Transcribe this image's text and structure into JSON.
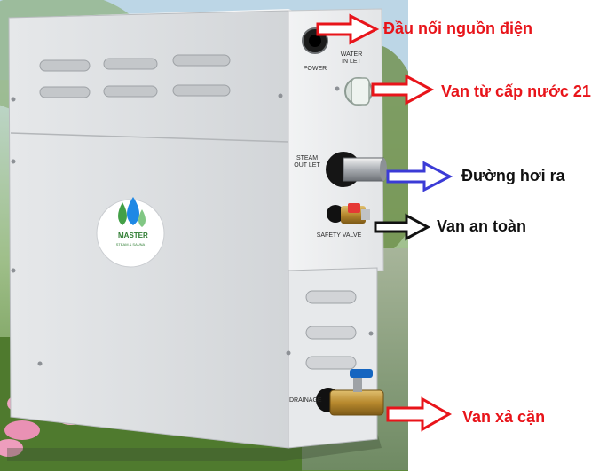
{
  "image": {
    "background_side": "#ffffff",
    "accent_red": "#e8141a",
    "accent_blue": "#3b3bd6"
  },
  "device": {
    "brand_main": "MASTER",
    "brand_sub": "STEAM & SAUNA",
    "panel_labels": {
      "power": "POWER",
      "water_inlet": "WATER IN LET",
      "steam_outlet": "STEAM OUT LET",
      "safety_valve": "SAFETY VALVE",
      "drainage": "DRAINAGE"
    }
  },
  "callouts": [
    {
      "text": "Đầu nối nguồn điện",
      "color": "#e8141a",
      "arrow": "red-outline-right-arrow"
    },
    {
      "text": "Van từ cấp nước 21",
      "color": "#e8141a",
      "arrow": "red-outline-right-arrow"
    },
    {
      "text": "Đường hơi ra",
      "color": "#111111",
      "arrow": "blue-outline-right-arrow"
    },
    {
      "text": "Van an toàn",
      "color": "#111111",
      "arrow": "black-outline-right-arrow"
    },
    {
      "text": "Van xả cặn",
      "color": "#e8141a",
      "arrow": "red-outline-right-arrow"
    }
  ]
}
